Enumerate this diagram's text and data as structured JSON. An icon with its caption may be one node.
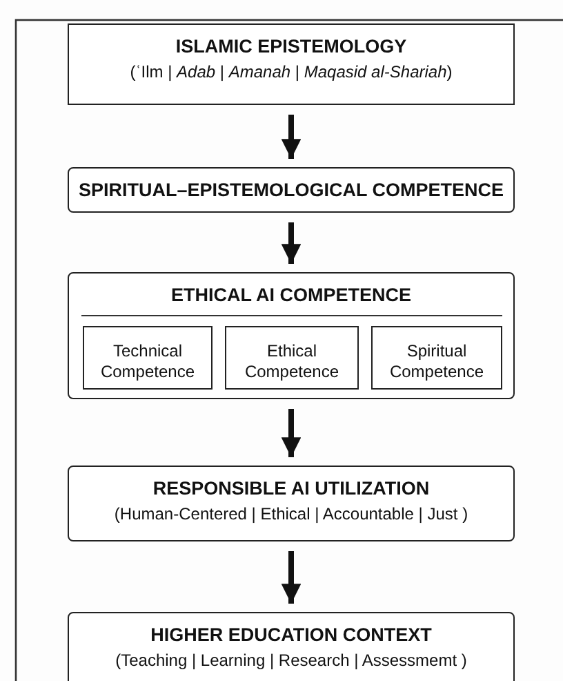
{
  "diagram": {
    "nodes": [
      {
        "text": [
          "ISLAMIC EPISTEMOLOGY",
          "(ʿIlm | *Adab* | *Amanah* | *Maqasid al-Shariah*)"
        ]
      },
      {
        "text": [
          "SPIRITUAL–EPISTEMOLOGICAL COMPETENCE"
        ]
      },
      {
        "text": [
          "ETHICAL AI COMPETENCE"
        ]
      },
      {
        "text": [
          "Technical Competence"
        ],
        "in": 2
      },
      {
        "text": [
          "Ethical Competence"
        ],
        "in": 2
      },
      {
        "text": [
          "Spiritual Competence"
        ],
        "in": 2
      },
      {
        "text": [
          "RESPONSIBLE AI UTILIZATION",
          "(Human-Centered | Ethical | Accountable | Just )"
        ]
      },
      {
        "text": [
          "HIGHER EDUCATION CONTEXT",
          "(Teaching | Learning | Research | Assessmemt )"
        ]
      }
    ],
    "edges": [
      {
        "from": 0,
        "to": 1,
        "arrow": "to"
      },
      {
        "from": 1,
        "to": 2,
        "arrow": "to"
      },
      {
        "from": 2,
        "to": 6,
        "arrow": "to"
      },
      {
        "from": 6,
        "to": 7,
        "arrow": "to"
      }
    ]
  }
}
